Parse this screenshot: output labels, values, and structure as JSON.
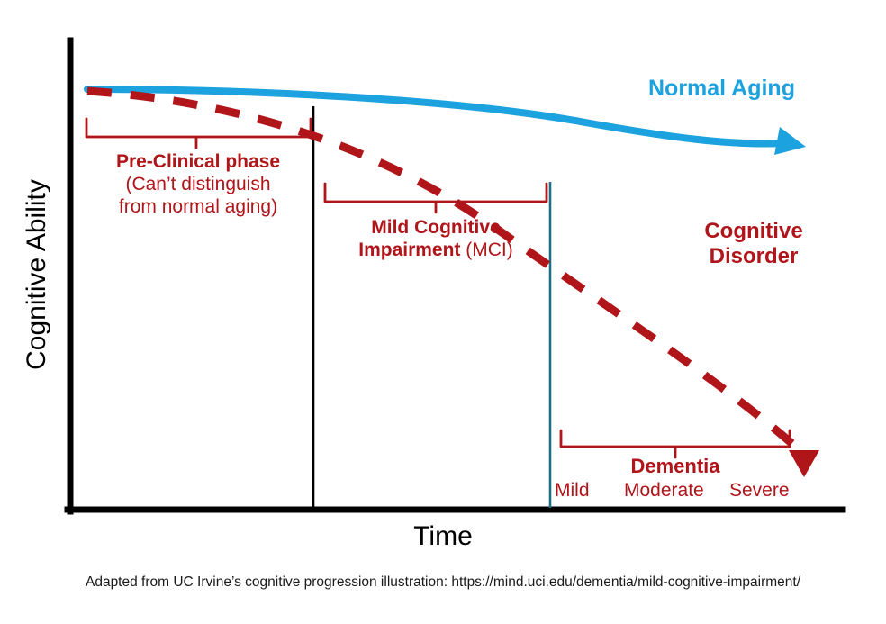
{
  "figure": {
    "title_visible": false,
    "background_color": "#ffffff",
    "colors": {
      "normal_aging_blue": "#1CA2DE",
      "decline_red": "#B0151A",
      "axis_black": "#000000",
      "divider_teal": "#1F6F86"
    }
  },
  "axes": {
    "y_label": "Cognitive Ability",
    "x_label": "Time"
  },
  "series_labels": {
    "normal_aging": "Normal Aging",
    "cognitive_disorder_line1": "Cognitive",
    "cognitive_disorder_line2": "Disorder"
  },
  "phases": [
    {
      "key": "pre-clinical",
      "title": "Pre-Clinical phase",
      "sub_line1": "(Can’t distinguish",
      "sub_line2": "from normal aging)"
    },
    {
      "key": "mci",
      "title_line1": "Mild Cognitive",
      "title_line2_bold": "Impairment",
      "title_line2_plain": " (MCI)"
    },
    {
      "key": "dementia",
      "title": "Dementia",
      "stages": [
        "Mild",
        "Moderate",
        "Severe"
      ]
    }
  ],
  "caption": "Adapted from UC Irvine’s cognitive progression illustration: https://mind.uci.edu/dementia/mild-cognitive-impairment/",
  "chart_data": {
    "type": "line",
    "title": "",
    "xlabel": "Time",
    "ylabel": "Cognitive Ability",
    "xlim": [
      0,
      100
    ],
    "ylim": [
      0,
      100
    ],
    "grid": false,
    "axis_ticks": false,
    "legend": "inline-annotations",
    "series": [
      {
        "name": "Normal Aging",
        "color": "#1CA2DE",
        "style": "solid",
        "arrow_end": true,
        "x": [
          3,
          20,
          40,
          60,
          75,
          88,
          96
        ],
        "y": [
          90,
          89,
          87,
          83,
          78,
          73,
          68
        ]
      },
      {
        "name": "Cognitive Disorder",
        "color": "#B0151A",
        "style": "dashed",
        "arrow_end": true,
        "x": [
          3,
          15,
          32,
          48,
          62,
          75,
          85,
          93
        ],
        "y": [
          90,
          86,
          78,
          67,
          53,
          37,
          21,
          8
        ]
      }
    ],
    "dividers": [
      {
        "name": "pre-clinical/MCI boundary",
        "x": 32,
        "color": "#000000"
      },
      {
        "name": "MCI/dementia boundary",
        "x": 62,
        "color": "#1F6F86"
      }
    ],
    "brackets": [
      {
        "label": "Pre-Clinical phase",
        "x_start": 2,
        "x_end": 31
      },
      {
        "label": "Mild Cognitive Impairment (MCI)",
        "x_start": 33,
        "x_end": 62
      },
      {
        "label": "Dementia",
        "x_start": 64,
        "x_end": 93
      }
    ],
    "annotations": [
      "Normal Aging",
      "Cognitive Disorder",
      "Mild",
      "Moderate",
      "Severe"
    ]
  }
}
